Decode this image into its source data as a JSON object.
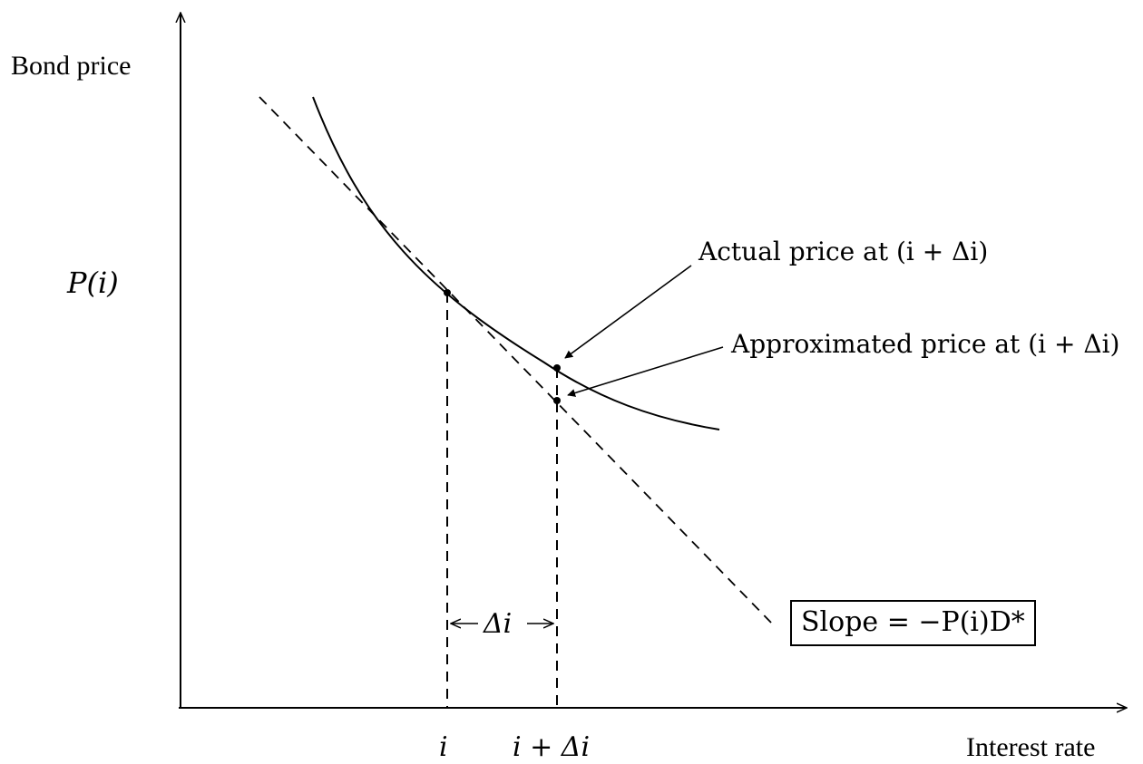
{
  "diagram": {
    "y_axis_label": "Bond price",
    "x_axis_label": "Interest rate",
    "y_tick_label": "P(i)",
    "x_tick_labels": [
      "i",
      "i + Δi"
    ],
    "interval_label": "Δi",
    "actual_price_label": "Actual price at (i + Δi)",
    "approx_price_label": "Approximated price at (i + Δi)",
    "slope_label": "Slope = −P(i)D*"
  }
}
